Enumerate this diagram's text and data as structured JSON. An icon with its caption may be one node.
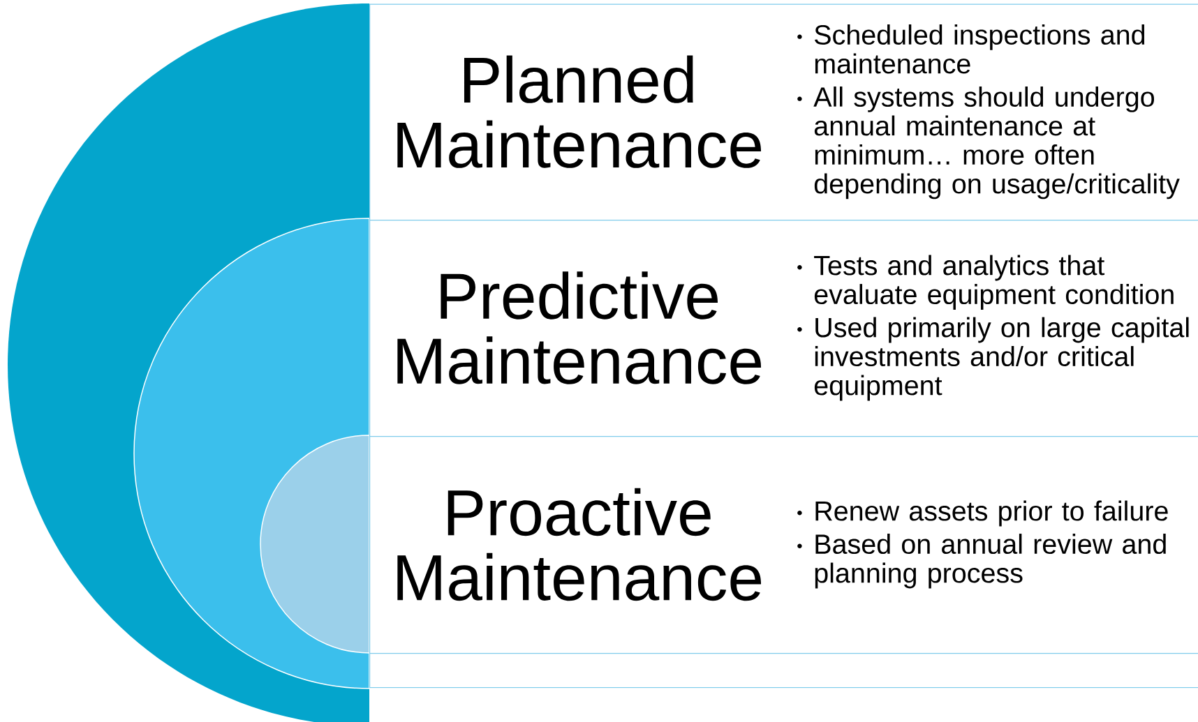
{
  "diagram": {
    "nodes": [
      {
        "text": [],
        "shape": "semicircle"
      },
      {
        "text": [],
        "shape": "semicircle",
        "in": 0
      },
      {
        "text": [],
        "shape": "semicircle",
        "in": 1
      },
      {
        "text": [
          "Planned Maintenance",
          "Scheduled inspections and maintenance",
          "All systems should undergo annual maintenance at minimum… more often depending on usage/criticality"
        ]
      },
      {
        "text": [
          "Predictive Maintenance",
          "Tests and analytics that evaluate equipment condition",
          "Used primarily on large capital investments and/or critical equipment"
        ]
      },
      {
        "text": [
          "Proactive Maintenance",
          "Renew assets prior to failure",
          "Based on annual review and planning process"
        ]
      },
      {
        "text": [],
        "shape": "box"
      }
    ]
  }
}
